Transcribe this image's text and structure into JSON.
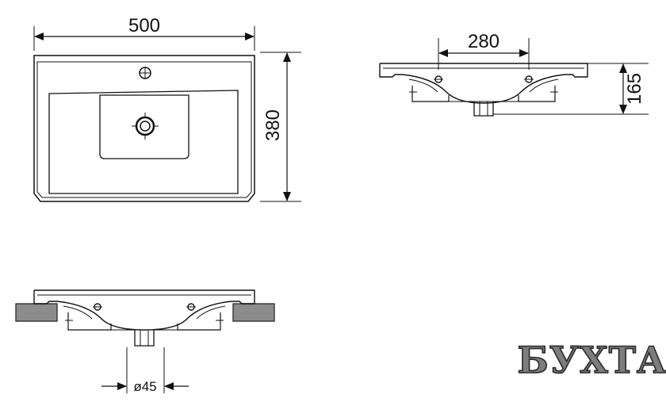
{
  "dimensions": {
    "width": "500",
    "depth": "380",
    "bowl_width": "280",
    "height": "165",
    "drain": "ø45"
  },
  "watermark": {
    "text": "БУХТА"
  }
}
